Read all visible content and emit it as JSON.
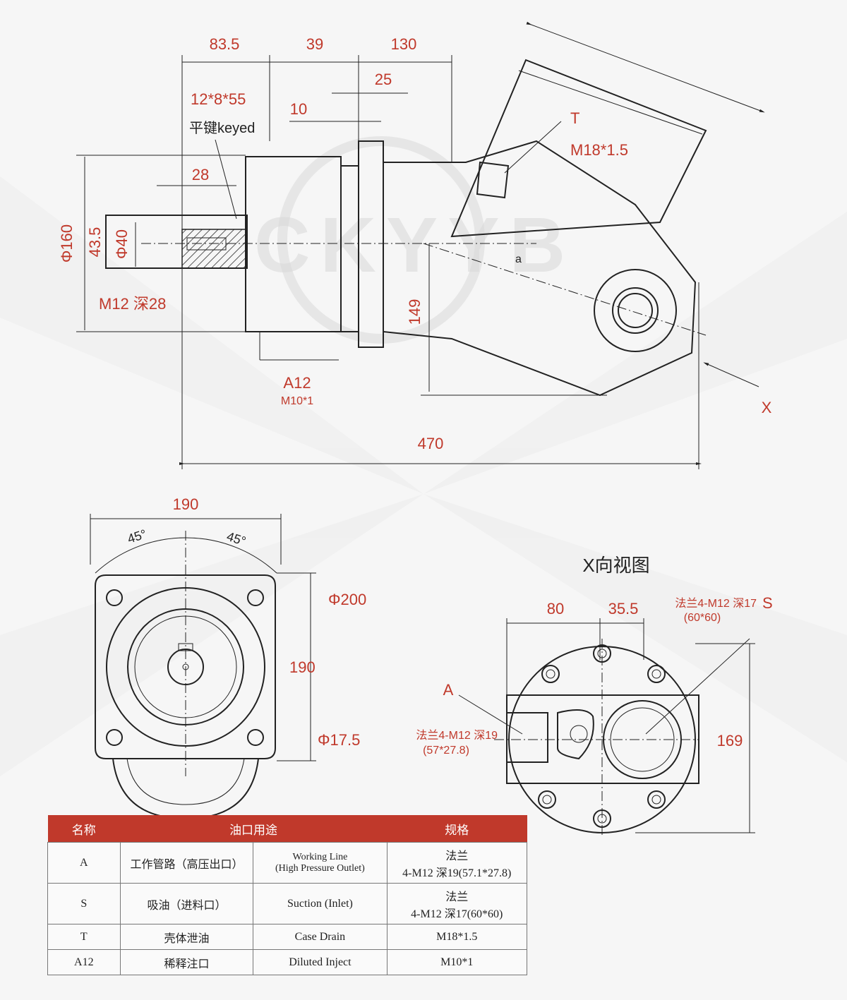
{
  "side_view": {
    "dims": {
      "d_83_5": "83.5",
      "d_39": "39",
      "d_130": "130",
      "d_25": "25",
      "d_10": "10",
      "d_28": "28",
      "key": "12*8*55",
      "key_label": "平键keyed",
      "phi160": "Φ160",
      "d_43_5": "43.5",
      "phi40": "Φ40",
      "m12": "M12 深28",
      "d_149": "149",
      "d_470": "470",
      "a_label": "a"
    },
    "ports": {
      "T": "T",
      "T_spec": "M18*1.5",
      "A12": "A12",
      "A12_spec": "M10*1",
      "X": "X"
    },
    "watermark": "CKYYB"
  },
  "front_view": {
    "d_190_top": "190",
    "ang_left": "45°",
    "ang_right": "45°",
    "phi200": "Φ200",
    "d_190_right": "190",
    "phi17_5": "Φ17.5"
  },
  "x_view": {
    "title": "X向视图",
    "d_80": "80",
    "d_35_5": "35.5",
    "S_label": "S",
    "S_spec_1": "法兰4-M12 深17",
    "S_spec_2": "(60*60)",
    "A_label": "A",
    "A_spec_1": "法兰4-M12 深19",
    "A_spec_2": "(57*27.8)",
    "d_169": "169"
  },
  "table": {
    "headers": [
      "名称",
      "油口用途",
      "规格"
    ],
    "rows": [
      {
        "name": "A",
        "cn": "工作管路（高压出口）",
        "en_1": "Working Line",
        "en_2": "(High Pressure Outlet)",
        "spec_1": "法兰",
        "spec_2": "4-M12 深19(57.1*27.8)"
      },
      {
        "name": "S",
        "cn": "吸油（进料口）",
        "en_1": "Suction (Inlet)",
        "en_2": "",
        "spec_1": "法兰",
        "spec_2": "4-M12 深17(60*60)"
      },
      {
        "name": "T",
        "cn": "壳体泄油",
        "en_1": "Case Drain",
        "en_2": "",
        "spec_1": "M18*1.5",
        "spec_2": ""
      },
      {
        "name": "A12",
        "cn": "稀释注口",
        "en_1": "Diluted Inject",
        "en_2": "",
        "spec_1": "M10*1",
        "spec_2": ""
      }
    ]
  },
  "colors": {
    "accent": "#c0392b",
    "line": "#222222",
    "background": "#f6f6f6"
  }
}
